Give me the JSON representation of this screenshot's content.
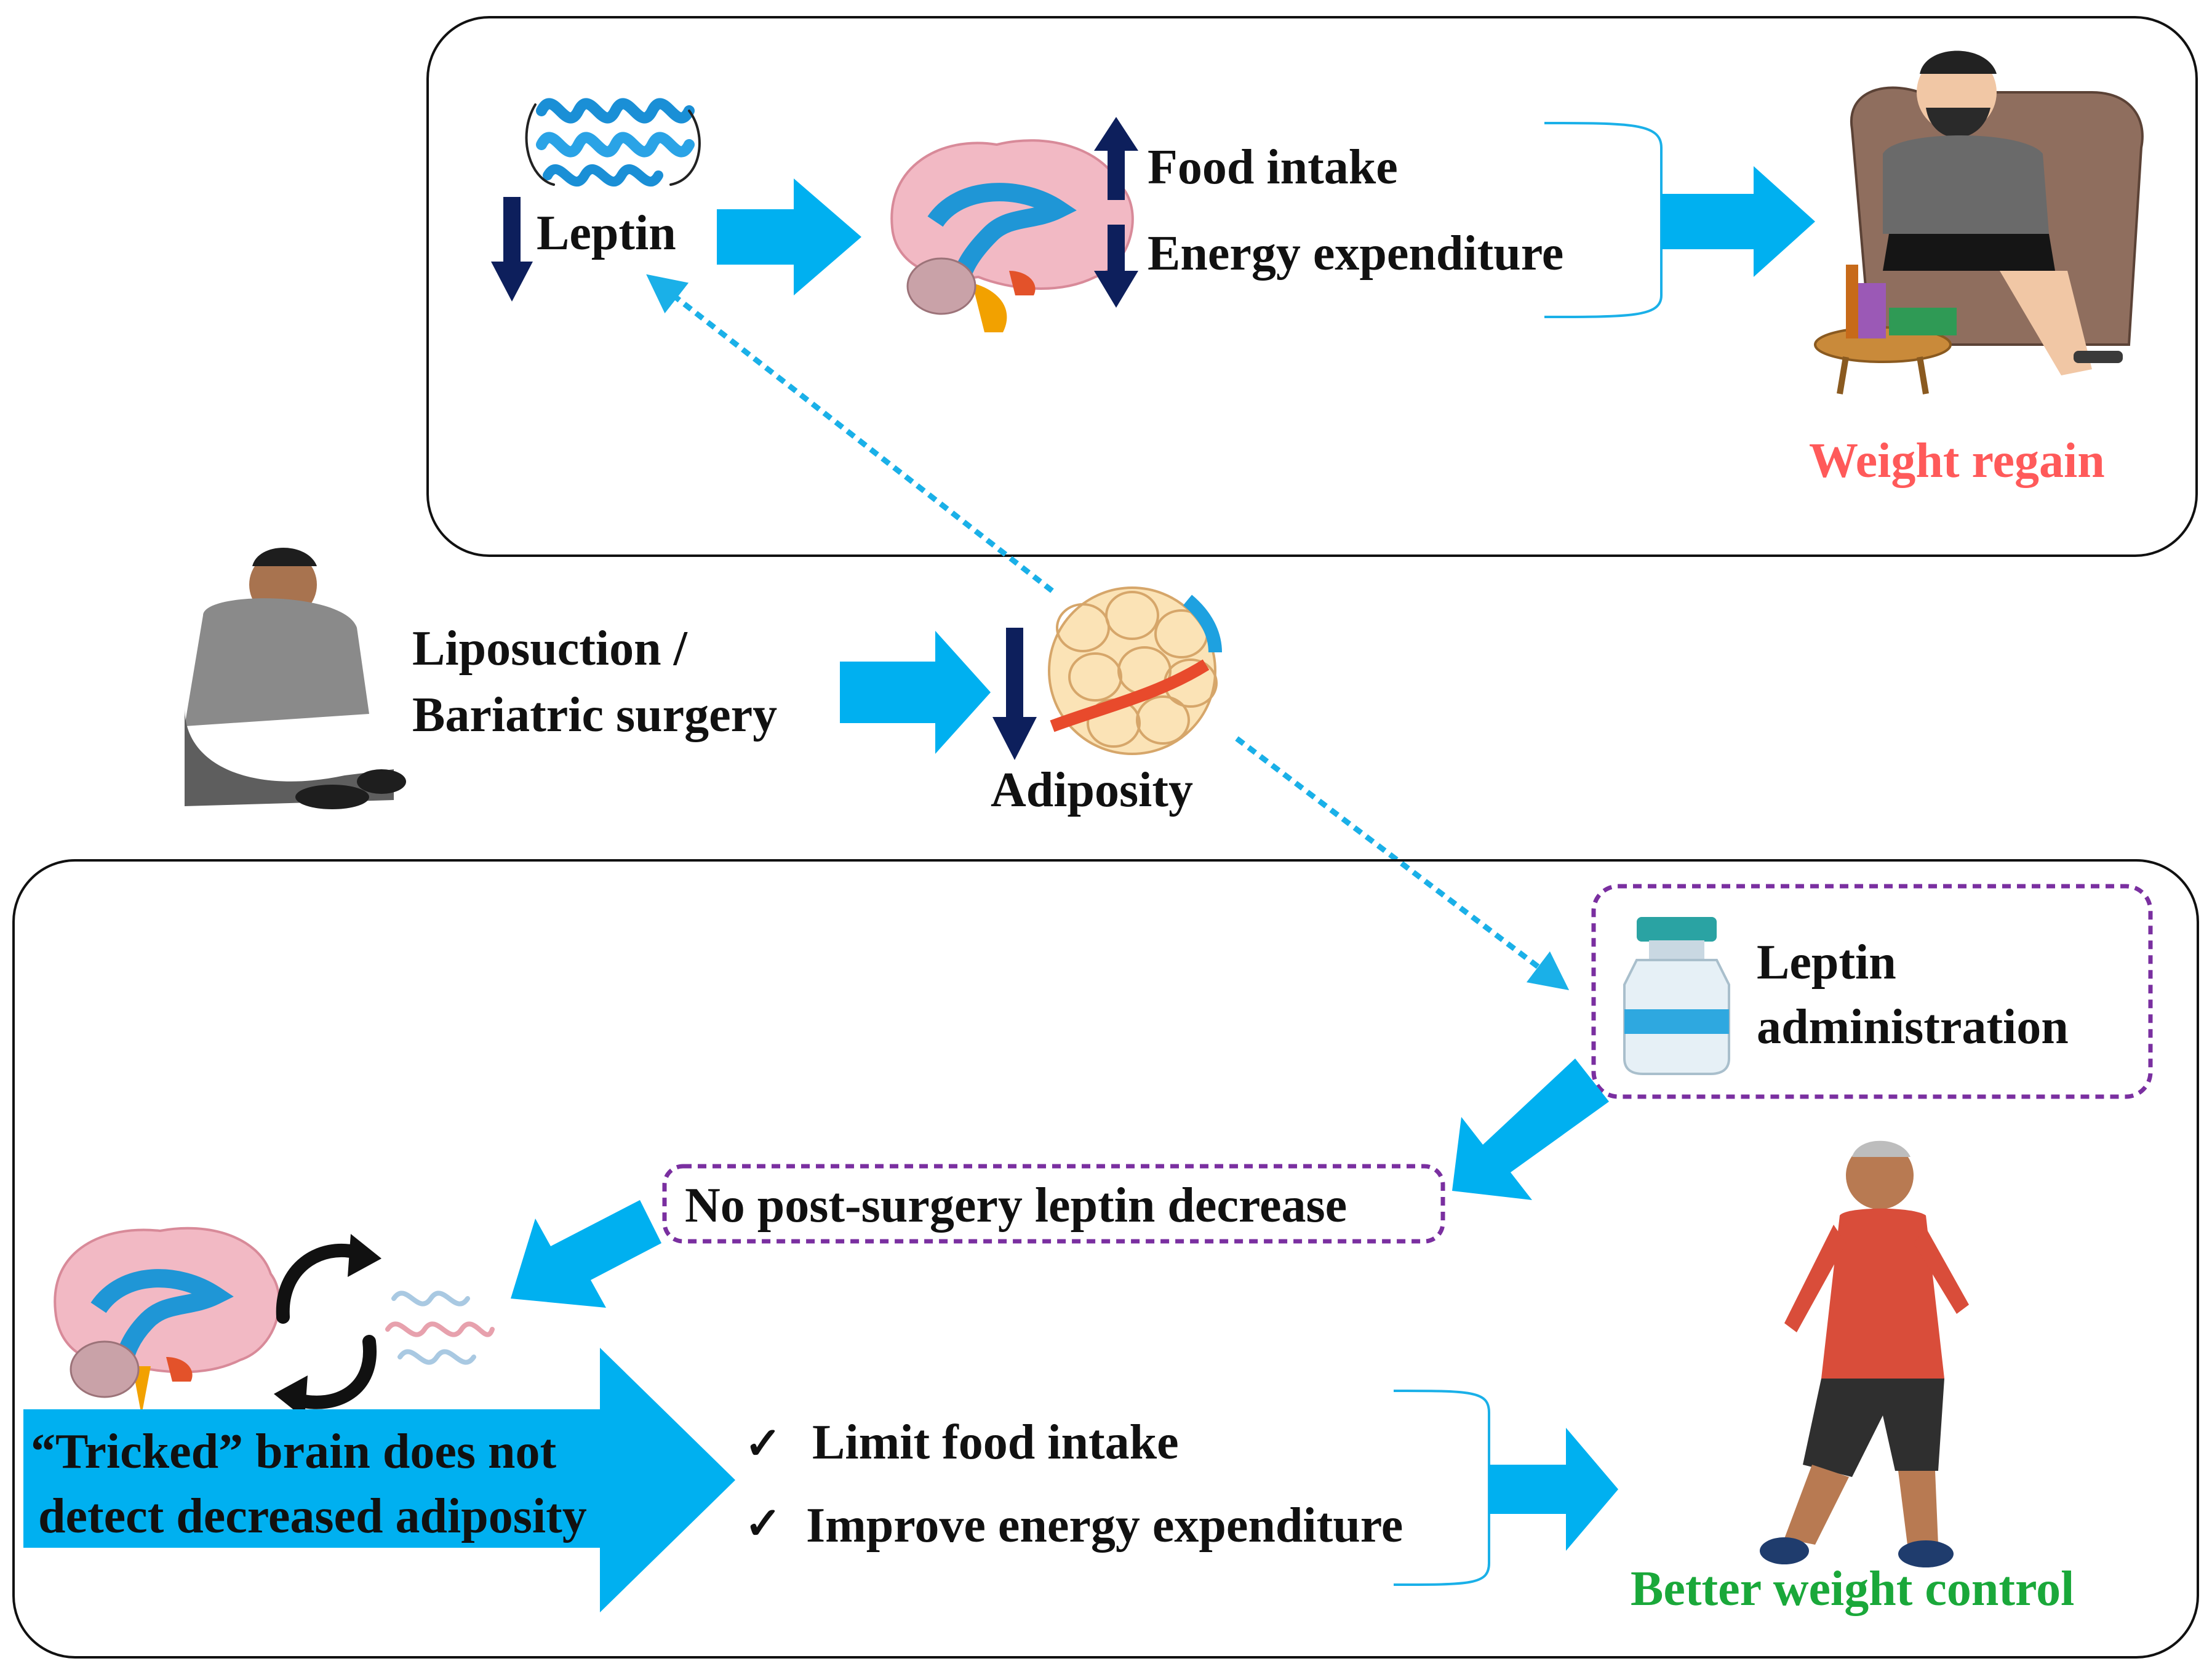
{
  "top_panel": {
    "leptin_label": "Leptin",
    "food_intake_label": "Food intake",
    "energy_expenditure_label": "Energy expenditure",
    "outcome_label": "Weight regain"
  },
  "middle": {
    "surgery_line1": "Liposuction /",
    "surgery_line2": "Bariatric surgery",
    "adiposity_label": "Adiposity"
  },
  "bottom_panel": {
    "leptin_admin_line1": "Leptin",
    "leptin_admin_line2": "administration",
    "no_decrease_label": "No post-surgery leptin decrease",
    "tricked_line1": "“Tricked” brain does not",
    "tricked_line2": "detect decreased adiposity",
    "benefit1": "Limit food intake",
    "benefit2": "Improve energy expenditure",
    "check_mark": "✓",
    "outcome_label": "Better weight control"
  },
  "colors": {
    "arrow_blue": "#00b0f0",
    "down_up_arrow": "#0d1f5c",
    "regain_red": "#ff5a5a",
    "control_green": "#1aa83a",
    "dotted_purple": "#7a2fa0",
    "dotted_blue": "#1ab0e8",
    "panel_border": "#111111"
  }
}
